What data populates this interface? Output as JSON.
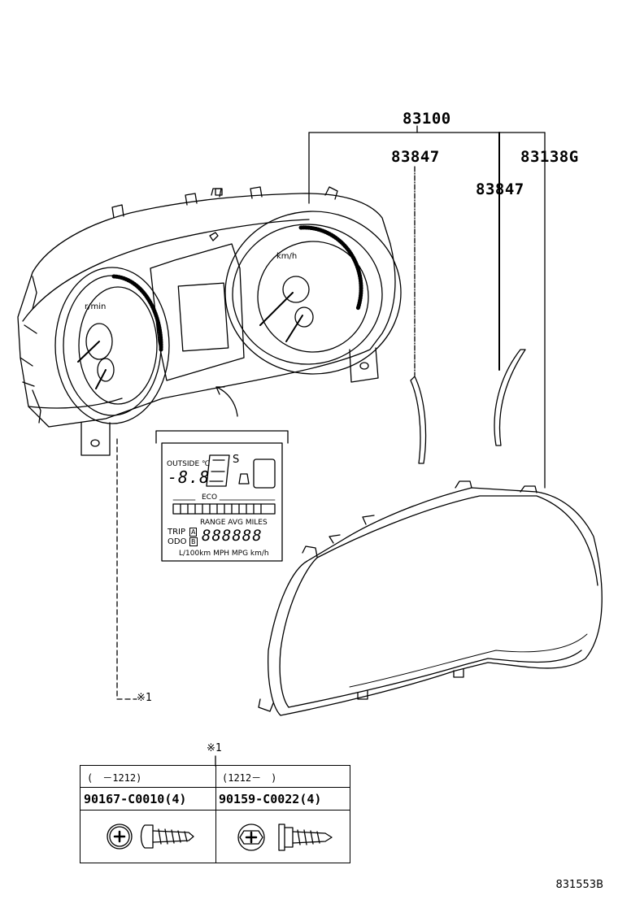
{
  "parts": {
    "meter_assy": "83100",
    "plate_left": "83847",
    "plate_right": "83847",
    "glass": "83138G"
  },
  "reference_mark": "※1",
  "lcd_display": {
    "outside": "OUTSIDE ℃",
    "temp_digits": "-8.8",
    "gear": "S",
    "eco": "ECO",
    "range_labels": "RANGE AVG MILES",
    "trip": "TRIP",
    "odo": "ODO",
    "trip_a": "A",
    "trip_b": "B",
    "odo_digits": "888888",
    "units": "L/100km MPH MPG km/h"
  },
  "gauge_labels": {
    "tacho": "r/min",
    "speedo": "km/h"
  },
  "fastener_table": {
    "left": {
      "period": "(　－1212)",
      "part": "90167-C0010(4)"
    },
    "right": {
      "period": "(1212－　)",
      "part": "90159-C0022(4)"
    }
  },
  "illustration_code": "831553B"
}
